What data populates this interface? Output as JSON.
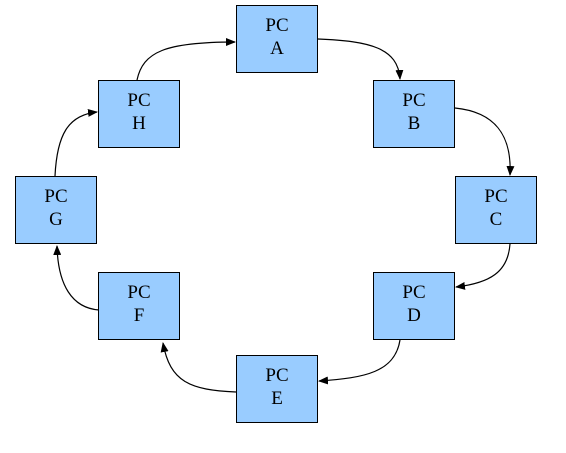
{
  "colors": {
    "node_fill": "#99ccff",
    "node_border": "#000000",
    "edge": "#000000"
  },
  "nodes": {
    "a": {
      "line1": "PC",
      "line2": "A"
    },
    "b": {
      "line1": "PC",
      "line2": "B"
    },
    "c": {
      "line1": "PC",
      "line2": "C"
    },
    "d": {
      "line1": "PC",
      "line2": "D"
    },
    "e": {
      "line1": "PC",
      "line2": "E"
    },
    "f": {
      "line1": "PC",
      "line2": "F"
    },
    "g": {
      "line1": "PC",
      "line2": "G"
    },
    "h": {
      "line1": "PC",
      "line2": "H"
    }
  },
  "edges": [
    {
      "from": "A",
      "to": "B"
    },
    {
      "from": "B",
      "to": "C"
    },
    {
      "from": "C",
      "to": "D"
    },
    {
      "from": "D",
      "to": "E"
    },
    {
      "from": "E",
      "to": "F"
    },
    {
      "from": "F",
      "to": "G"
    },
    {
      "from": "G",
      "to": "H"
    },
    {
      "from": "H",
      "to": "A"
    }
  ]
}
